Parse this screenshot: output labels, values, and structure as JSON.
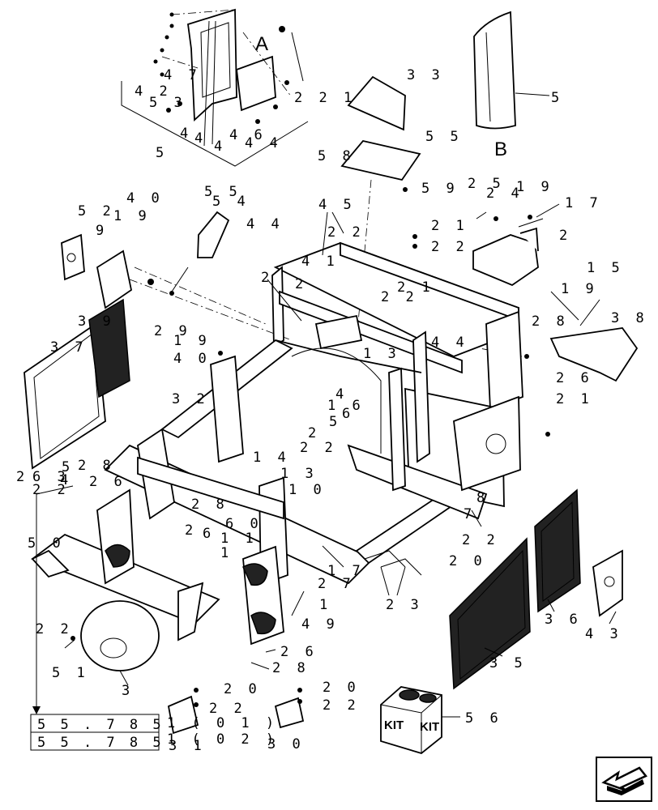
{
  "diagram": {
    "views": [
      {
        "id": "A",
        "label": "A"
      },
      {
        "id": "B",
        "label": "B"
      }
    ],
    "callouts": [
      {
        "id": "c-221",
        "text": "2 2 1"
      },
      {
        "id": "c-42",
        "text": "4 2"
      },
      {
        "id": "c-47",
        "text": "4 7"
      },
      {
        "id": "c-53",
        "text": "5 3"
      },
      {
        "id": "c-4a",
        "text": "4"
      },
      {
        "id": "c-4b",
        "text": "4"
      },
      {
        "id": "c-4c",
        "text": "4"
      },
      {
        "id": "c-46",
        "text": "4 6"
      },
      {
        "id": "c-44a",
        "text": "4 4"
      },
      {
        "id": "c-5a",
        "text": "5"
      },
      {
        "id": "c-33",
        "text": "3 3"
      },
      {
        "id": "c-5b",
        "text": "5"
      },
      {
        "id": "c-55a",
        "text": "5 5"
      },
      {
        "id": "c-58",
        "text": "5 8"
      },
      {
        "id": "c-59",
        "text": "5 9"
      },
      {
        "id": "c-25",
        "text": "2 5"
      },
      {
        "id": "c-24",
        "text": "2 4"
      },
      {
        "id": "c-19a",
        "text": "1 9"
      },
      {
        "id": "c-17a",
        "text": "1 7"
      },
      {
        "id": "c-2a",
        "text": "2"
      },
      {
        "id": "c-55b",
        "text": "5 5"
      },
      {
        "id": "c-54",
        "text": "5 4"
      },
      {
        "id": "c-44b",
        "text": "4 4"
      },
      {
        "id": "c-45",
        "text": "4 5"
      },
      {
        "id": "c-21a",
        "text": "2 1"
      },
      {
        "id": "c-22a",
        "text": "2 2"
      },
      {
        "id": "c-22b",
        "text": "2 2"
      },
      {
        "id": "c-41",
        "text": "4 1"
      },
      {
        "id": "c-52",
        "text": "5 2"
      },
      {
        "id": "c-19b",
        "text": "1 9"
      },
      {
        "id": "c-40a",
        "text": "4 0"
      },
      {
        "id": "c-9",
        "text": "9"
      },
      {
        "id": "c-15",
        "text": "1 5"
      },
      {
        "id": "c-19c",
        "text": "1 9"
      },
      {
        "id": "c-38",
        "text": "3 8"
      },
      {
        "id": "c-2b",
        "text": "2"
      },
      {
        "id": "c-2c",
        "text": "2"
      },
      {
        "id": "c-21b",
        "text": "2 1"
      },
      {
        "id": "c-22c",
        "text": "2 2"
      },
      {
        "id": "c-39",
        "text": "3 9"
      },
      {
        "id": "c-29",
        "text": "2 9"
      },
      {
        "id": "c-37",
        "text": "3 7"
      },
      {
        "id": "c-19d",
        "text": "1 9"
      },
      {
        "id": "c-40b",
        "text": "4 0"
      },
      {
        "id": "c-13",
        "text": "1 3"
      },
      {
        "id": "c-44c",
        "text": "4 4"
      },
      {
        "id": "c-28a",
        "text": "2 8"
      },
      {
        "id": "c-26a",
        "text": "2 6"
      },
      {
        "id": "c-32",
        "text": "3 2"
      },
      {
        "id": "c-4d",
        "text": "4"
      },
      {
        "id": "c-16",
        "text": "1 6"
      },
      {
        "id": "c-5c",
        "text": "5"
      },
      {
        "id": "c-6",
        "text": "6"
      },
      {
        "id": "c-2d",
        "text": "2"
      },
      {
        "id": "c-22d",
        "text": "2 2"
      },
      {
        "id": "c-21c",
        "text": "2 1"
      },
      {
        "id": "c-14",
        "text": "1 4"
      },
      {
        "id": "c-13b",
        "text": "1 3"
      },
      {
        "id": "c-10",
        "text": "1 0"
      },
      {
        "id": "c-2e",
        "text": "2"
      },
      {
        "id": "c-63",
        "text": "6 3"
      },
      {
        "id": "c-5d",
        "text": "5"
      },
      {
        "id": "c-4e",
        "text": "4"
      },
      {
        "id": "c-28b",
        "text": "2 8"
      },
      {
        "id": "c-26b",
        "text": "2 6"
      },
      {
        "id": "c-22e",
        "text": "2 2"
      },
      {
        "id": "c-8",
        "text": "8"
      },
      {
        "id": "c-7",
        "text": "7"
      },
      {
        "id": "c-50",
        "text": "5 0"
      },
      {
        "id": "c-28c",
        "text": "2 8"
      },
      {
        "id": "c-2f",
        "text": "2"
      },
      {
        "id": "c-6b",
        "text": "6"
      },
      {
        "id": "c-60",
        "text": "6 0"
      },
      {
        "id": "c-11",
        "text": "1 1"
      },
      {
        "id": "c-1a",
        "text": "1"
      },
      {
        "id": "c-17b",
        "text": "1 7"
      },
      {
        "id": "c-27",
        "text": "2 7"
      },
      {
        "id": "c-22f",
        "text": "2 2"
      },
      {
        "id": "c-20a",
        "text": "2 0"
      },
      {
        "id": "c-23",
        "text": "2 3"
      },
      {
        "id": "c-1b",
        "text": "1"
      },
      {
        "id": "c-49",
        "text": "4 9"
      },
      {
        "id": "c-36",
        "text": "3 6"
      },
      {
        "id": "c-43",
        "text": "4 3"
      },
      {
        "id": "c-22g",
        "text": "2 2"
      },
      {
        "id": "c-51",
        "text": "5 1"
      },
      {
        "id": "c-26c",
        "text": "2 6"
      },
      {
        "id": "c-28d",
        "text": "2 8"
      },
      {
        "id": "c-35",
        "text": "3 5"
      },
      {
        "id": "c-3",
        "text": "3"
      },
      {
        "id": "c-20b",
        "text": "2 0"
      },
      {
        "id": "c-22h",
        "text": "2 2"
      },
      {
        "id": "c-31",
        "text": "3 1"
      },
      {
        "id": "c-20c",
        "text": "2 0"
      },
      {
        "id": "c-22i",
        "text": "2 2"
      },
      {
        "id": "c-30",
        "text": "3 0"
      },
      {
        "id": "c-56",
        "text": "5 6"
      },
      {
        "id": "c-011",
        "text": "1 ( 0 1 )"
      },
      {
        "id": "c-012",
        "text": "1 ( 0 2 )"
      }
    ],
    "references": [
      {
        "code": "5 5 . 7 8 5",
        "suffix": "1 ( 0 1 )"
      },
      {
        "code": "5 5 . 7 8 5",
        "suffix": "1 ( 0 2 )"
      }
    ],
    "kit_label": "KIT",
    "nav_icon": "next-page-arrow-icon"
  }
}
